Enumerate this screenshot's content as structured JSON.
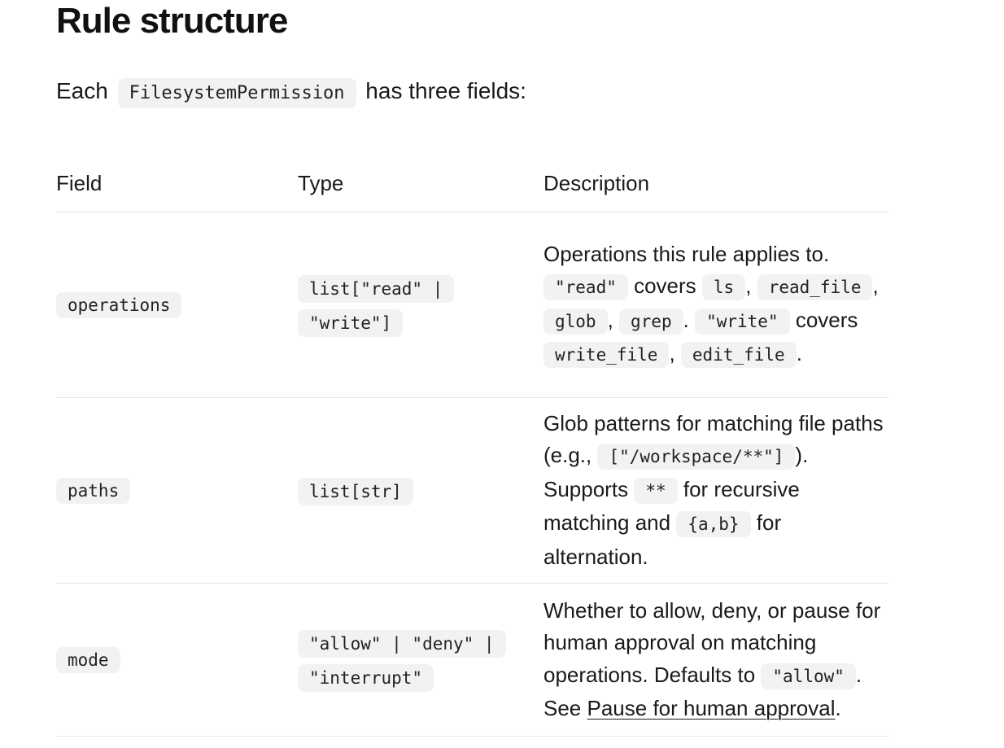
{
  "heading": "Rule structure",
  "intro": {
    "prefix": "Each",
    "code": "FilesystemPermission",
    "suffix": "has three fields:"
  },
  "table": {
    "headers": [
      "Field",
      "Type",
      "Description"
    ],
    "rows": [
      {
        "field": "operations",
        "type": "list[\"read\" | \"write\"]",
        "description": {
          "t1": "Operations this rule applies to.",
          "c1": "\"read\"",
          "t2": "covers",
          "c2": "ls",
          "t3": ",",
          "c3": "read_file",
          "t4": ",",
          "c4": "glob",
          "t5": ",",
          "c5": "grep",
          "t6": ".",
          "c6": "\"write\"",
          "t7": "covers",
          "c7": "write_file",
          "t8": ",",
          "c8": "edit_file",
          "t9": "."
        }
      },
      {
        "field": "paths",
        "type": "list[str]",
        "description": {
          "t1": "Glob patterns for matching file paths (e.g.,",
          "c1": "[\"/workspace/**\"]",
          "t2": "). Supports",
          "c2": "**",
          "t3": "for recursive matching and",
          "c3": "{a,b}",
          "t4": "for alternation."
        }
      },
      {
        "field": "mode",
        "type": "\"allow\" | \"deny\" | \"interrupt\"",
        "description": {
          "t1": "Whether to allow, deny, or pause for human approval on matching operations. Defaults to",
          "c1": "\"allow\"",
          "t2": ". See",
          "link": "Pause for human approval",
          "t3": "."
        }
      }
    ]
  }
}
